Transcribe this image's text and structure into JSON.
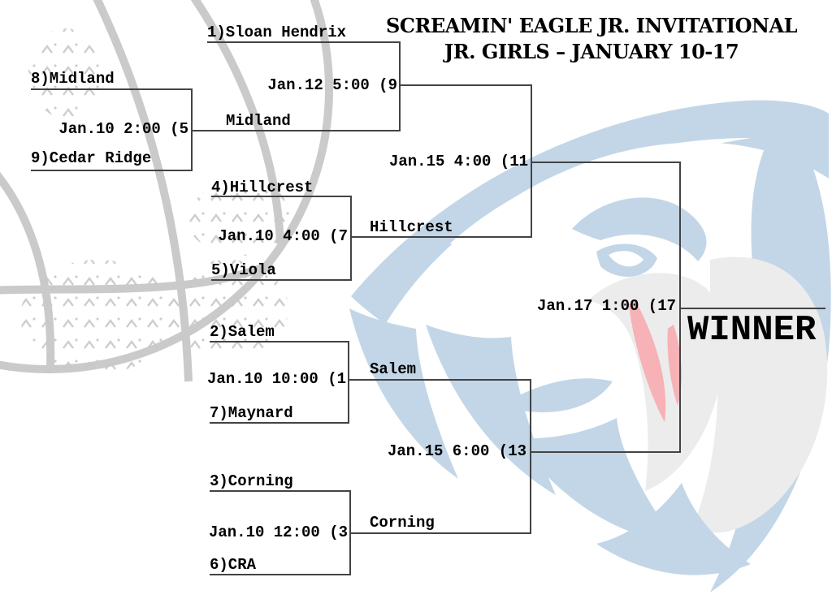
{
  "title": {
    "line1": "SCREAMIN' EAGLE JR. INVITATIONAL",
    "line2": "JR. GIRLS – JANUARY 10-17"
  },
  "champion": {
    "label": "WINNER",
    "final_time": "Jan.17 1:00 (17"
  },
  "games": {
    "game5": {
      "top_seed": "8)Midland",
      "time": "Jan.10 2:00 (5",
      "bottom_seed": "9)Cedar Ridge",
      "advancer": "Midland"
    },
    "game9": {
      "top_seed": "1)Sloan Hendrix",
      "time": "Jan.12 5:00 (9"
    },
    "game7": {
      "top_seed": "4)Hillcrest",
      "time": "Jan.10 4:00 (7",
      "bottom_seed": "5)Viola",
      "advancer": "Hillcrest"
    },
    "game11": {
      "time": "Jan.15 4:00 (11"
    },
    "game1": {
      "top_seed": "2)Salem",
      "time": "Jan.10 10:00 (1",
      "bottom_seed": "7)Maynard",
      "advancer": "Salem"
    },
    "game3": {
      "top_seed": "3)Corning",
      "time": "Jan.10 12:00 (3",
      "bottom_seed": "6)CRA",
      "advancer": "Corning"
    },
    "game13": {
      "time": "Jan.15 6:00 (13"
    }
  },
  "colors": {
    "bracket_line": "#434343",
    "text": "#000000",
    "eagle_blue": "#c3d6e7",
    "eagle_face": "#ececec",
    "eagle_tongue": "#f6b2b6",
    "basketball_gray": "#c8c8c8"
  }
}
